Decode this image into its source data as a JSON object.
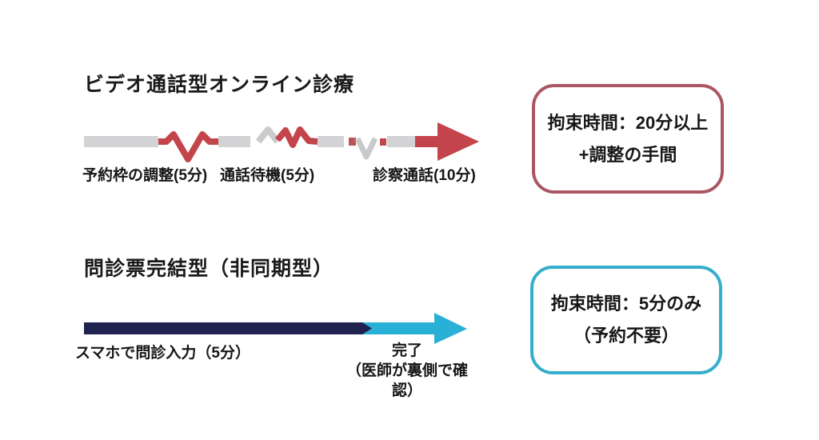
{
  "background": "#ffffff",
  "text_color": "#1a1a1a",
  "sections": [
    {
      "title": "ビデオ通話型オンライン診療",
      "arrow": {
        "style": "segmented-pulse-arrow",
        "direction": "right",
        "segment_labels": [
          "予約枠の調整(5分)",
          "通話待機(5分)",
          "診察通話(10分)"
        ],
        "colors": {
          "bar_gray": "#d3d3d5",
          "pulse_red": "#c4444c",
          "muted_red": "#b85555",
          "arrowhead": "#c4444c"
        }
      },
      "callout": {
        "lines": [
          "拘束時間：20分以上",
          "+調整の手間"
        ],
        "border_color": "#ab5763"
      }
    },
    {
      "title": "問診票完結型（非同期型）",
      "arrow": {
        "style": "solid-arrow",
        "direction": "right",
        "segment_labels": [
          "スマホで問診入力（5分）",
          "完了",
          "（医師が裏側で確認）"
        ],
        "colors": {
          "bar_navy": "#20234f",
          "arrow_cyan": "#29b0d6"
        }
      },
      "callout": {
        "lines": [
          "拘束時間：5分のみ",
          "（予約不要）"
        ],
        "border_color": "#35aecb"
      }
    }
  ]
}
